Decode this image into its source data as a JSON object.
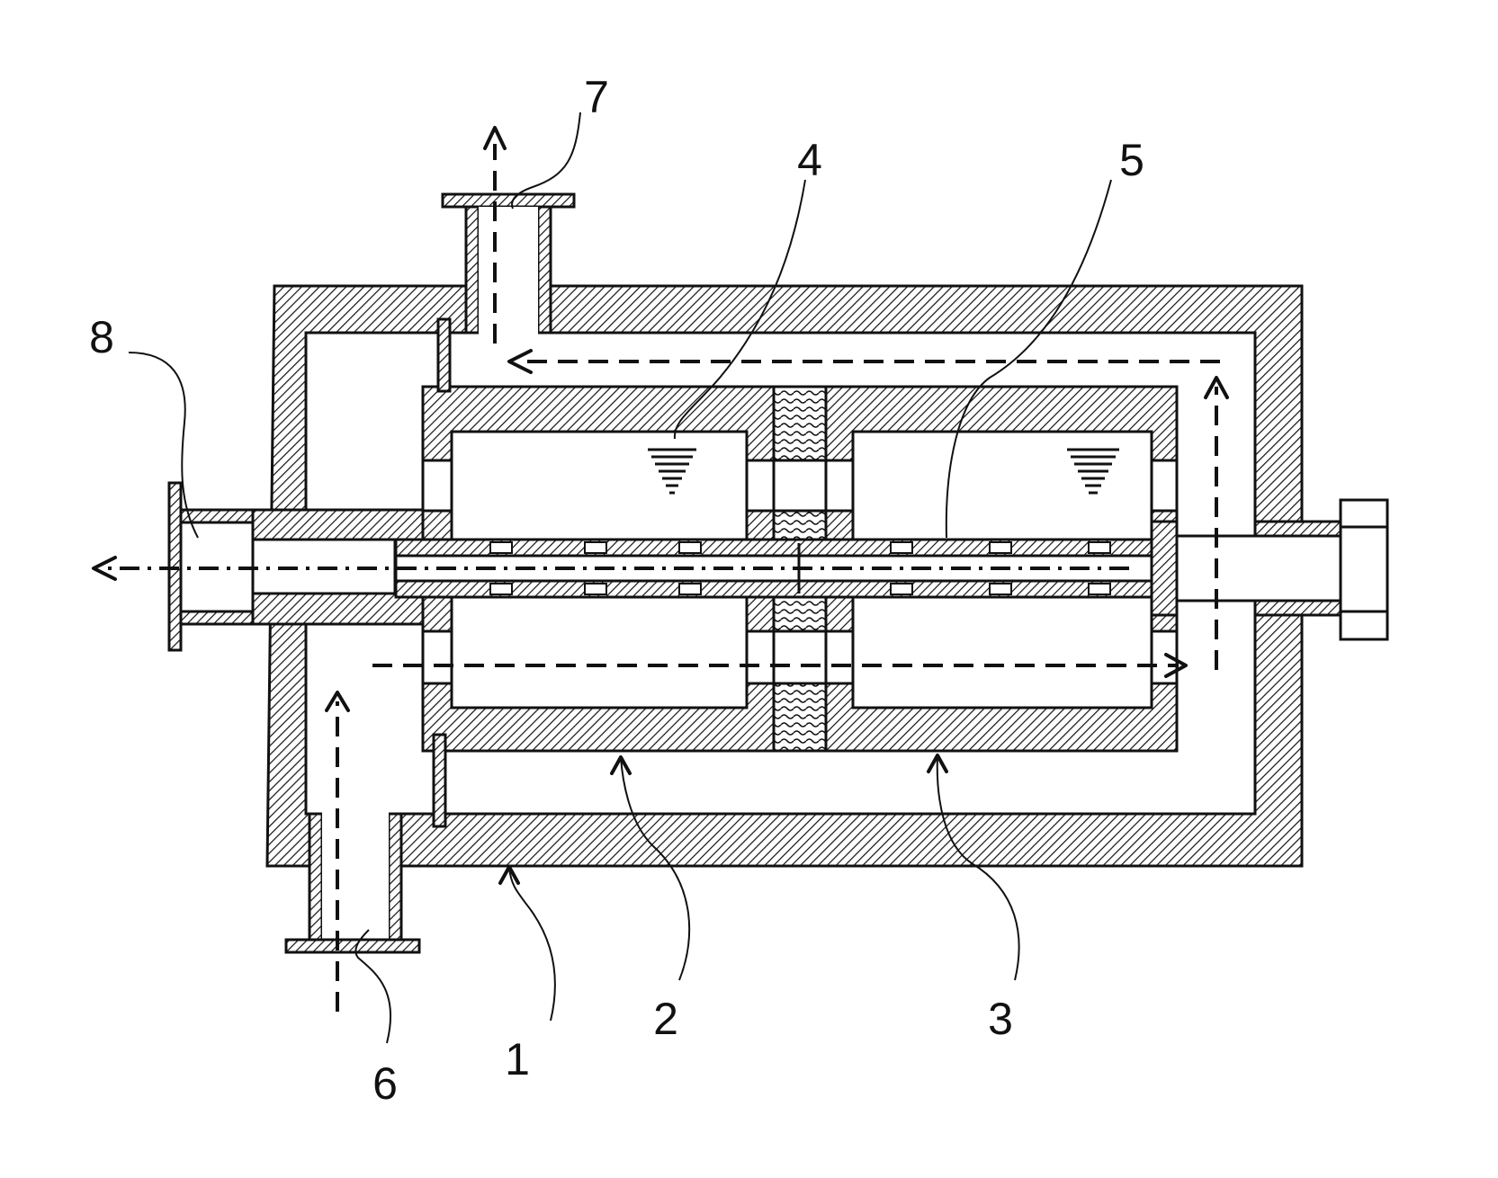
{
  "labels": {
    "casing": "1",
    "chamber_left": "2",
    "chamber_right": "3",
    "liquid": "4",
    "shaft": "5",
    "inlet": "6",
    "outlet_top": "7",
    "outlet_axial": "8"
  }
}
